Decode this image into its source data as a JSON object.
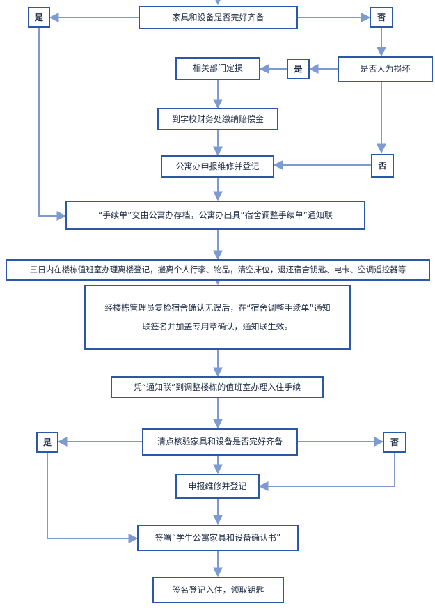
{
  "flowchart": {
    "q1": "家具和设备是否完好齐备",
    "q1_yes": "是",
    "q1_no": "否",
    "q2": "是否人为损坏",
    "q2_yes": "是",
    "q2_no": "否",
    "assess": "相关部门定损",
    "pay": "到学校财务处缴纳赔偿金",
    "repair1": "公寓办申报维修并登记",
    "archive": "“手续单”交由公寓办存档，公寓办出具“宿舍调整手续单”通知联",
    "checkout": "三日内在楼栋值班室办理离楼登记，搬离个人行李、物品，清空床位，退还宿舍钥匙、电卡、空调遥控器等",
    "verify": "经楼栋管理员复检宿舍确认无误后，在“宿舍调整手续单”通知联签名并加盖专用章确认，通知联生效。",
    "checkin": "凭“通知联”到调整楼栋的值班室办理入住手续",
    "q3": "清点核验家具和设备是否完好齐备",
    "q3_yes": "是",
    "q3_no": "否",
    "repair2": "申报维修并登记",
    "sign_form": "签署“学生公寓家具和设备确认书”",
    "final": "签名登记入住，领取钥匙"
  },
  "colors": {
    "border": "#2c58a8",
    "arrow": "#7d9bd2",
    "text": "#1f2d46"
  }
}
